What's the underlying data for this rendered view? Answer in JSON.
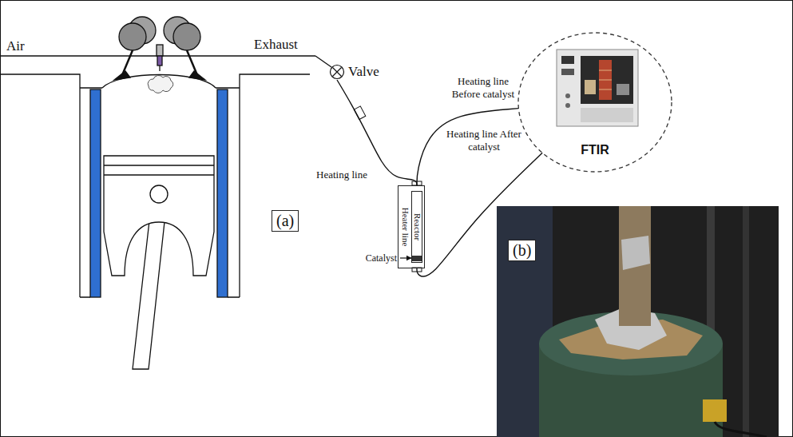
{
  "diagram": {
    "nodes": [
      {
        "text": [
          "Valve"
        ]
      },
      {
        "text": [
          "(a)"
        ]
      },
      {
        "text": [
          "Heater line"
        ]
      },
      {
        "text": [
          "Reactor"
        ],
        "in": 2
      },
      {
        "text": [
          "FTIR"
        ]
      },
      {
        "text": [
          "(b)"
        ]
      }
    ],
    "edges": [
      {
        "from": 0,
        "to": 2,
        "arrow": "none",
        "label": "Heating line"
      },
      {
        "from": 2,
        "to": 4,
        "arrow": "none",
        "label": "Heating line Before catalyst"
      },
      {
        "from": 2,
        "to": 4,
        "arrow": "none",
        "label": "Heating line After catalyst"
      }
    ],
    "labels": [
      "Air",
      "Exhaust",
      "Catalyst"
    ]
  }
}
